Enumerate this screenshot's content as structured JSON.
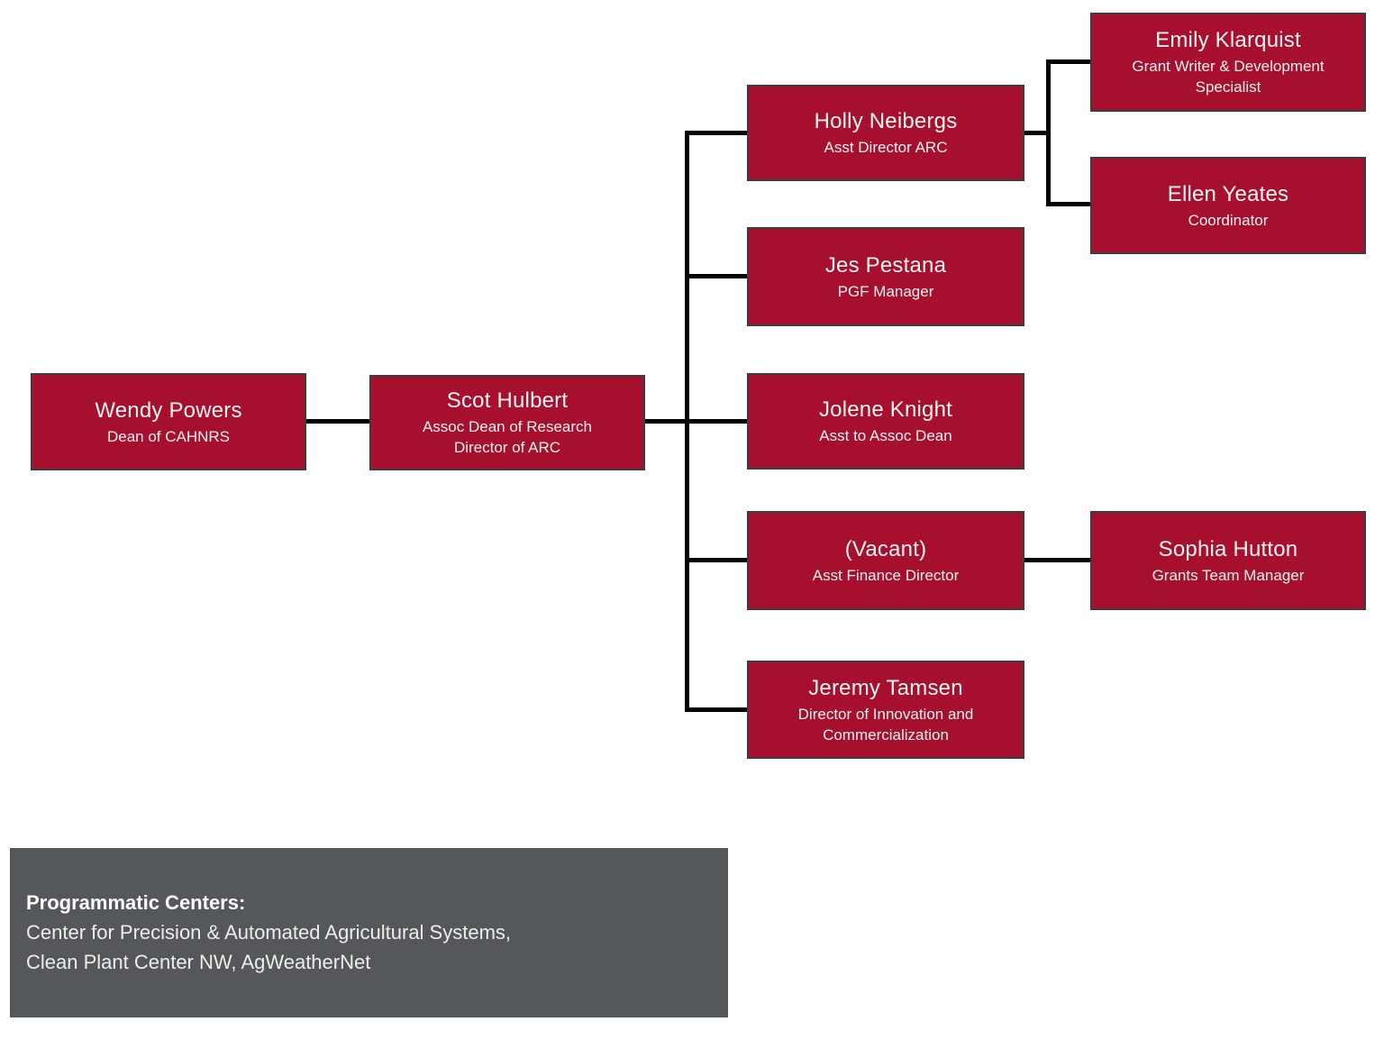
{
  "chart": {
    "type": "org-chart",
    "nodes": {
      "wendy": {
        "name": "Wendy Powers",
        "title": "Dean of CAHNRS",
        "reports_to": null
      },
      "scot": {
        "name": "Scot Hulbert",
        "title": "Assoc Dean of Research\nDirector of ARC",
        "reports_to": "Wendy Powers"
      },
      "holly": {
        "name": "Holly Neibergs",
        "title": "Asst Director ARC",
        "reports_to": "Scot Hulbert"
      },
      "emily": {
        "name": "Emily Klarquist",
        "title": "Grant Writer & Development\nSpecialist",
        "reports_to": "Holly Neibergs"
      },
      "ellen": {
        "name": "Ellen Yeates",
        "title": "Coordinator",
        "reports_to": "Holly Neibergs"
      },
      "jes": {
        "name": "Jes Pestana",
        "title": "PGF Manager",
        "reports_to": "Scot Hulbert"
      },
      "jolene": {
        "name": "Jolene Knight",
        "title": "Asst to Assoc Dean",
        "reports_to": "Scot Hulbert"
      },
      "vacant": {
        "name": "(Vacant)",
        "title": "Asst Finance Director",
        "reports_to": "Scot Hulbert"
      },
      "sophia": {
        "name": "Sophia Hutton",
        "title": "Grants Team Manager",
        "reports_to": "(Vacant) Asst Finance Director"
      },
      "jeremy": {
        "name": "Jeremy Tamsen",
        "title": "Director of Innovation and\nCommercialization",
        "reports_to": "Scot Hulbert"
      }
    }
  },
  "footer": {
    "heading": "Programmatic Centers:",
    "body": "Center for Precision & Automated Agricultural Systems,\nClean Plant Center NW, AgWeatherNet"
  },
  "colors": {
    "node_fill": "#A60F2D",
    "node_border": "#3d3d3d",
    "node_text": "#f7f3f2",
    "connector": "#000000",
    "footer_bg": "#54585a",
    "footer_text": "#ffffff",
    "background": "#ffffff"
  }
}
